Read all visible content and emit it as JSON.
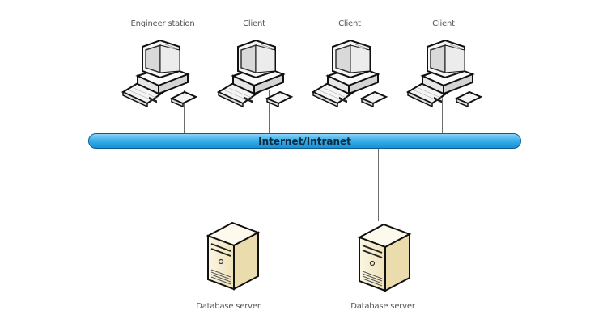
{
  "diagram": {
    "network": {
      "label": "Internet/Intranet",
      "color": "#3ab0ea"
    },
    "clients": [
      {
        "label": "Engineer station",
        "icon": "workstation-icon"
      },
      {
        "label": "Client",
        "icon": "workstation-icon"
      },
      {
        "label": "Client",
        "icon": "workstation-icon"
      },
      {
        "label": "Client",
        "icon": "workstation-icon"
      }
    ],
    "servers": [
      {
        "label": "Database server",
        "icon": "server-tower-icon"
      },
      {
        "label": "Database server",
        "icon": "server-tower-icon"
      }
    ]
  }
}
